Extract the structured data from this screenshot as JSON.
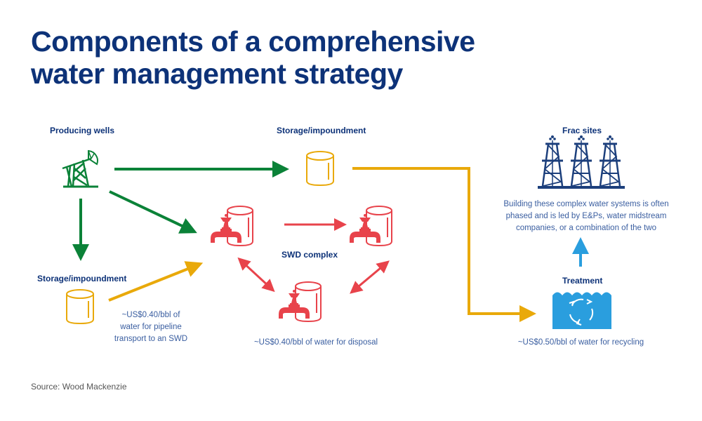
{
  "title": {
    "line1": "Components of a comprehensive",
    "line2": "water management strategy"
  },
  "nodes": {
    "producing_wells": {
      "label": "Producing wells",
      "icon": "pumpjack-icon"
    },
    "storage_top": {
      "label": "Storage/impoundment",
      "icon": "storage-tank-icon"
    },
    "storage_left": {
      "label": "Storage/impoundment",
      "icon": "storage-tank-icon"
    },
    "swd_complex": {
      "label": "SWD complex",
      "icon": "swd-tank-valve-icon"
    },
    "frac_sites": {
      "label": "Frac sites",
      "icon": "drilling-rig-icon"
    },
    "treatment": {
      "label": "Treatment",
      "icon": "water-recycle-icon"
    }
  },
  "notes": {
    "pipeline": [
      "~US$0.40/bbl of",
      "water for pipeline",
      "transport to an SWD"
    ],
    "disposal": "~US$0.40/bbl of water for disposal",
    "recycling": "~US$0.50/bbl of water for recycling",
    "frac": [
      "Building these complex water systems is often",
      "phased and is led by E&Ps, water midstream",
      "companies, or a combination of the two"
    ]
  },
  "colors": {
    "title": "#0d3278",
    "green": "#0b8238",
    "yellow": "#e9a90a",
    "red": "#e8434b",
    "blue": "#2a9ede",
    "navy": "#1c3f7c",
    "note": "#3a5ea0"
  },
  "source": "Source: Wood Mackenzie"
}
